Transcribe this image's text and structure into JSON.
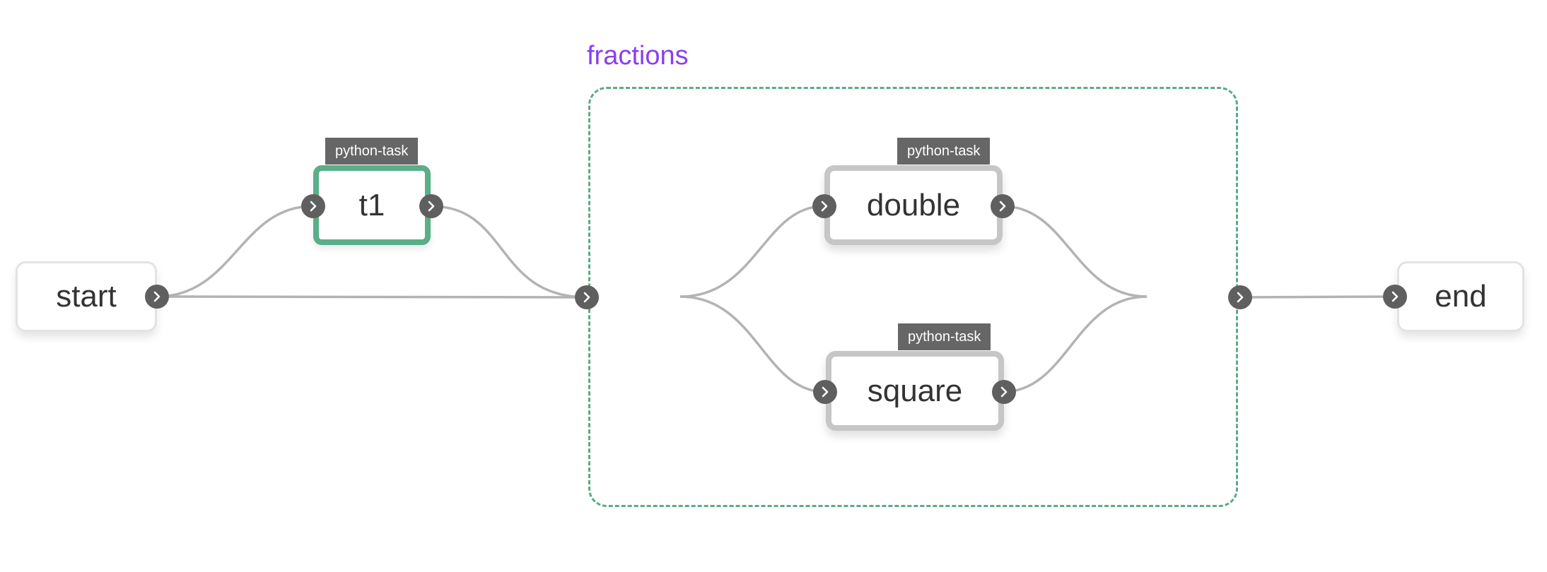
{
  "group": {
    "label": "fractions"
  },
  "nodes": {
    "start": {
      "label": "start"
    },
    "t1": {
      "label": "t1",
      "tag": "python-task"
    },
    "double": {
      "label": "double",
      "tag": "python-task"
    },
    "square": {
      "label": "square",
      "tag": "python-task"
    },
    "end": {
      "label": "end"
    }
  },
  "colors": {
    "group_border": "#5aab86",
    "group_title": "#8a3ff0",
    "active_border": "#5aae88",
    "task_border": "#c6c6c6",
    "wire": "#b3b3b6",
    "port": "#5f5f5f",
    "tag_bg": "#666666"
  }
}
